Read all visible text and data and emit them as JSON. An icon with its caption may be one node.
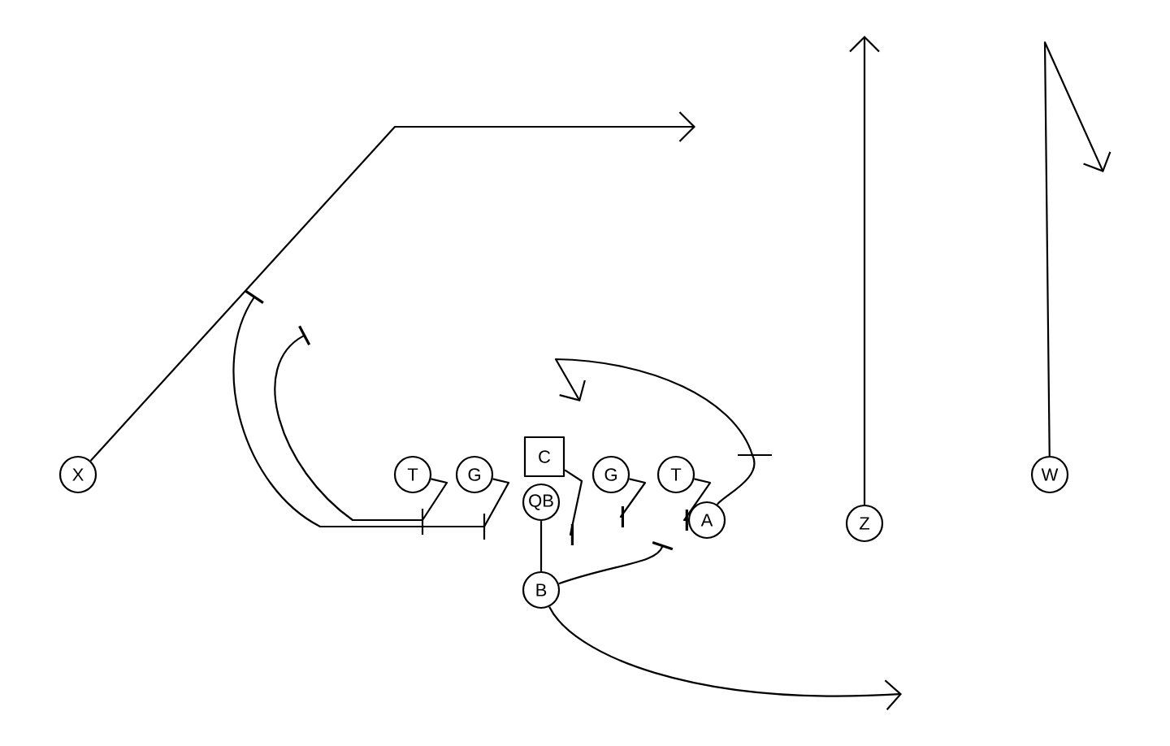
{
  "diagram": {
    "nodes": [
      {
        "text": [
          "X"
        ]
      },
      {
        "text": [
          "T"
        ]
      },
      {
        "text": [
          "G"
        ]
      },
      {
        "text": [
          "C"
        ]
      },
      {
        "text": [
          "G"
        ]
      },
      {
        "text": [
          "T"
        ]
      },
      {
        "text": [
          "W"
        ]
      },
      {
        "text": [
          "QB"
        ]
      },
      {
        "text": [
          "A"
        ]
      },
      {
        "text": [
          "Z"
        ]
      },
      {
        "text": [
          "B"
        ]
      }
    ],
    "edges": [
      {
        "from": 0,
        "to": null,
        "arrow": "to"
      },
      {
        "from": 1,
        "to": null,
        "arrow": "other"
      },
      {
        "from": 2,
        "to": null,
        "arrow": "other"
      },
      {
        "from": 3,
        "to": null,
        "arrow": "other"
      },
      {
        "from": 4,
        "to": null,
        "arrow": "other"
      },
      {
        "from": 5,
        "to": 8,
        "arrow": "other"
      },
      {
        "from": 8,
        "to": null,
        "arrow": "to"
      },
      {
        "from": 7,
        "to": 10,
        "arrow": "none"
      },
      {
        "from": 10,
        "to": null,
        "arrow": "other"
      },
      {
        "from": 10,
        "to": null,
        "arrow": "to"
      },
      {
        "from": 9,
        "to": null,
        "arrow": "to"
      },
      {
        "from": 6,
        "to": null,
        "arrow": "to"
      }
    ]
  }
}
